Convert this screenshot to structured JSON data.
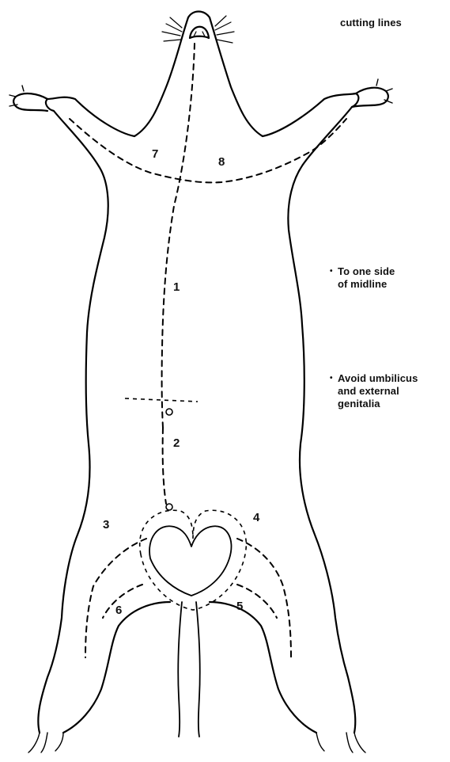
{
  "legend": {
    "title": "cutting lines",
    "notes": [
      {
        "marker": "•",
        "text_line1": "To one side",
        "text_line2": "of midline"
      },
      {
        "marker": "•",
        "text_line1": "Avoid umbilicus",
        "text_line2": "and external",
        "text_line3": "genitalia"
      }
    ]
  },
  "cut_labels": {
    "c1": "1",
    "c2": "2",
    "c3": "3",
    "c4": "4",
    "c5": "5",
    "c6": "6",
    "c7": "7",
    "c8": "8"
  },
  "icon": "animal-dissection-outline"
}
